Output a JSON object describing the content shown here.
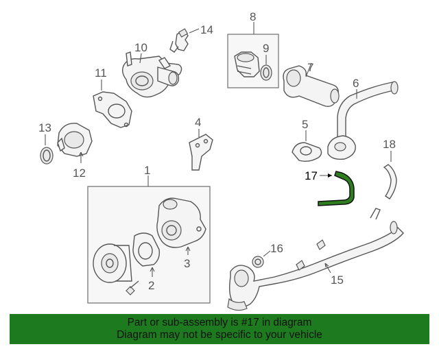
{
  "callouts": {
    "c1": "1",
    "c2": "2",
    "c3": "3",
    "c4": "4",
    "c5": "5",
    "c6": "6",
    "c7": "7",
    "c8": "8",
    "c9": "9",
    "c10": "10",
    "c11": "11",
    "c12": "12",
    "c13": "13",
    "c14": "14",
    "c15": "15",
    "c16": "16",
    "c17": "17",
    "c18": "18"
  },
  "highlight": {
    "color": "#2e7d1e"
  },
  "banner": {
    "line1": "Part or sub-assembly is #17 in diagram",
    "line2": "Diagram may not be specific to your vehicle",
    "color": "#1e7a1e"
  }
}
